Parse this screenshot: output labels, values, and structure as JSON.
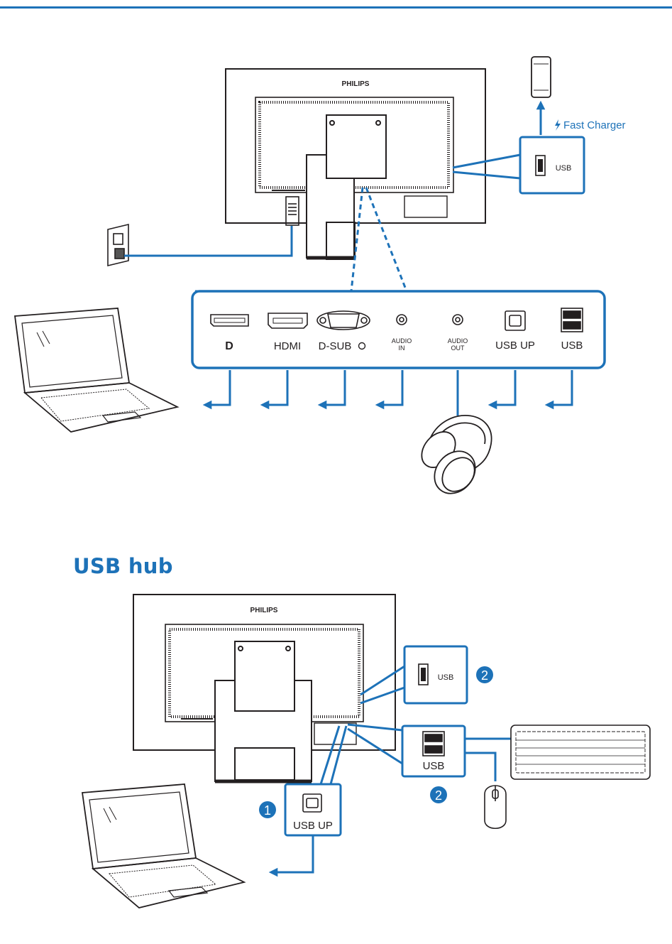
{
  "brand": "PHILIPS",
  "ports": [
    {
      "id": "dp",
      "label": "D"
    },
    {
      "id": "hdmi",
      "label": "HDMI"
    },
    {
      "id": "dsub",
      "label": "D-SUB"
    },
    {
      "id": "audio_in",
      "label_line1": "AUDIO",
      "label_line2": "IN"
    },
    {
      "id": "audio_out",
      "label_line1": "AUDIO",
      "label_line2": "OUT"
    },
    {
      "id": "usb_up",
      "label": "USB UP"
    },
    {
      "id": "usb",
      "label": "USB"
    }
  ],
  "fast_charger": {
    "label": "Fast Charger",
    "usb_label": "USB"
  },
  "usb_hub": {
    "title": "USB hub",
    "usb_up_label": "USB UP",
    "usb_label": "USB",
    "charge_usb_label": "USB",
    "badge1": "1",
    "badge2": "2"
  },
  "colors": {
    "accent": "#1d72b8",
    "line": "#231f20"
  },
  "icons": [
    "display-port-icon",
    "hdmi-icon",
    "vga-icon",
    "audio-jack-icon",
    "usb-b-icon",
    "usb-a-icon",
    "lightning-icon",
    "laptop-icon",
    "headphones-icon",
    "phone-icon",
    "keyboard-icon",
    "mouse-icon",
    "power-outlet-icon"
  ]
}
